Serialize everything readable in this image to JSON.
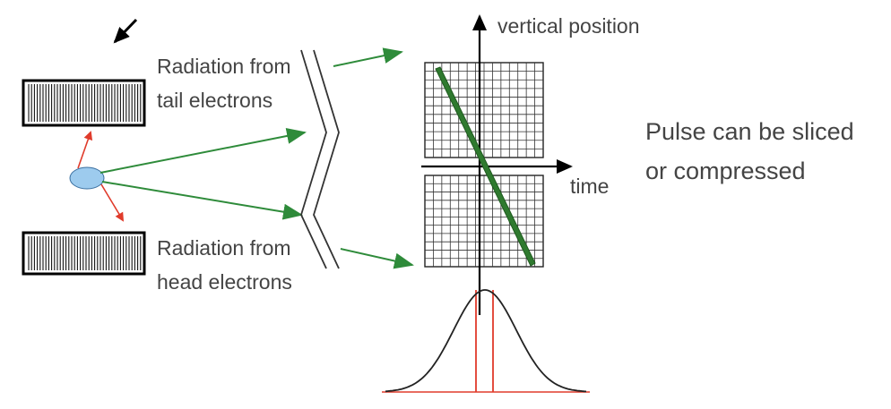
{
  "labels": {
    "tail_radiation": [
      "Radiation from",
      "tail electrons"
    ],
    "head_radiation": [
      "Radiation from",
      "head electrons"
    ],
    "vertical_axis": "vertical position",
    "time_axis": "time",
    "note": [
      "Pulse can be sliced",
      "or compressed"
    ]
  },
  "colors": {
    "arrow_green": "#2e8b3a",
    "arrow_red": "#e03b2b",
    "bunch_fill": "#9dcbee",
    "streak_green": "#2f7a2f",
    "curve_black": "#222222",
    "grid_line": "#333333",
    "text": "#444444"
  },
  "icons": {
    "undulator": "magnet-stripes-icon",
    "pointer": "black-arrow-icon"
  }
}
